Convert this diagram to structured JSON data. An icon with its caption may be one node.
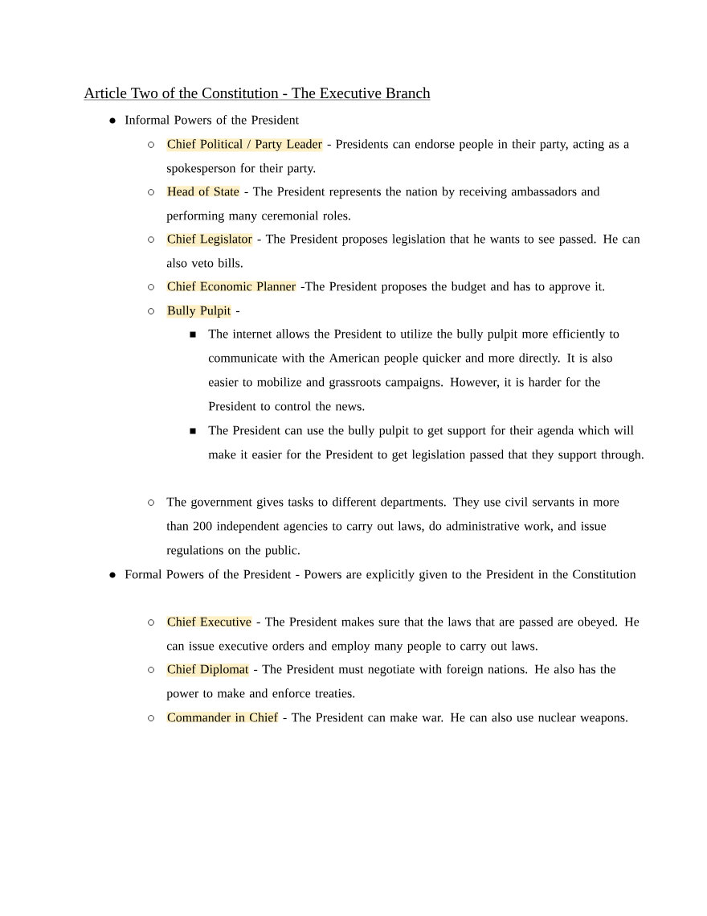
{
  "diagram": {
    "title": "Article Two of the Constitution - The Executive Branch",
    "labels": [
      "Informal Powers of the President",
      "Chief Political / Party Leader",
      "- Presidents can endorse people in their party, acting as a spokesperson for their party.",
      "Head of State",
      "- The President represents the nation by receiving ambassadors and performing many ceremonial roles.",
      "Chief Legislator",
      "- The President proposes legislation that he wants to see passed. He can also veto bills.",
      "Chief Economic Planner",
      "-The President proposes the budget and has to approve it.",
      "Bully Pulpit",
      "-",
      "The internet allows the President to utilize the bully pulpit more efficiently to communicate with the American people quicker and more directly. It is also easier to mobilize and grassroots campaigns. However, it is harder for the President to control the news.",
      "The President can use the bully pulpit to get support for their agenda which will make it easier for the President to get legislation passed that they support through.",
      "The government gives tasks to different departments. They use civil servants in more than 200 independent agencies to carry out laws, do administrative work, and issue regulations on the public.",
      "Formal Powers of the President - Powers are explicitly given to the President in the Constitution",
      "Chief Executive",
      "- The President makes sure that the laws that are passed are obeyed. He can issue executive orders and employ many people to carry out laws.",
      "Chief Diplomat",
      "- The President must negotiate with foreign nations. He also has the power to make and enforce treaties.",
      "Commander in Chief",
      "- The President can make war. He can also use nuclear weapons."
    ]
  }
}
